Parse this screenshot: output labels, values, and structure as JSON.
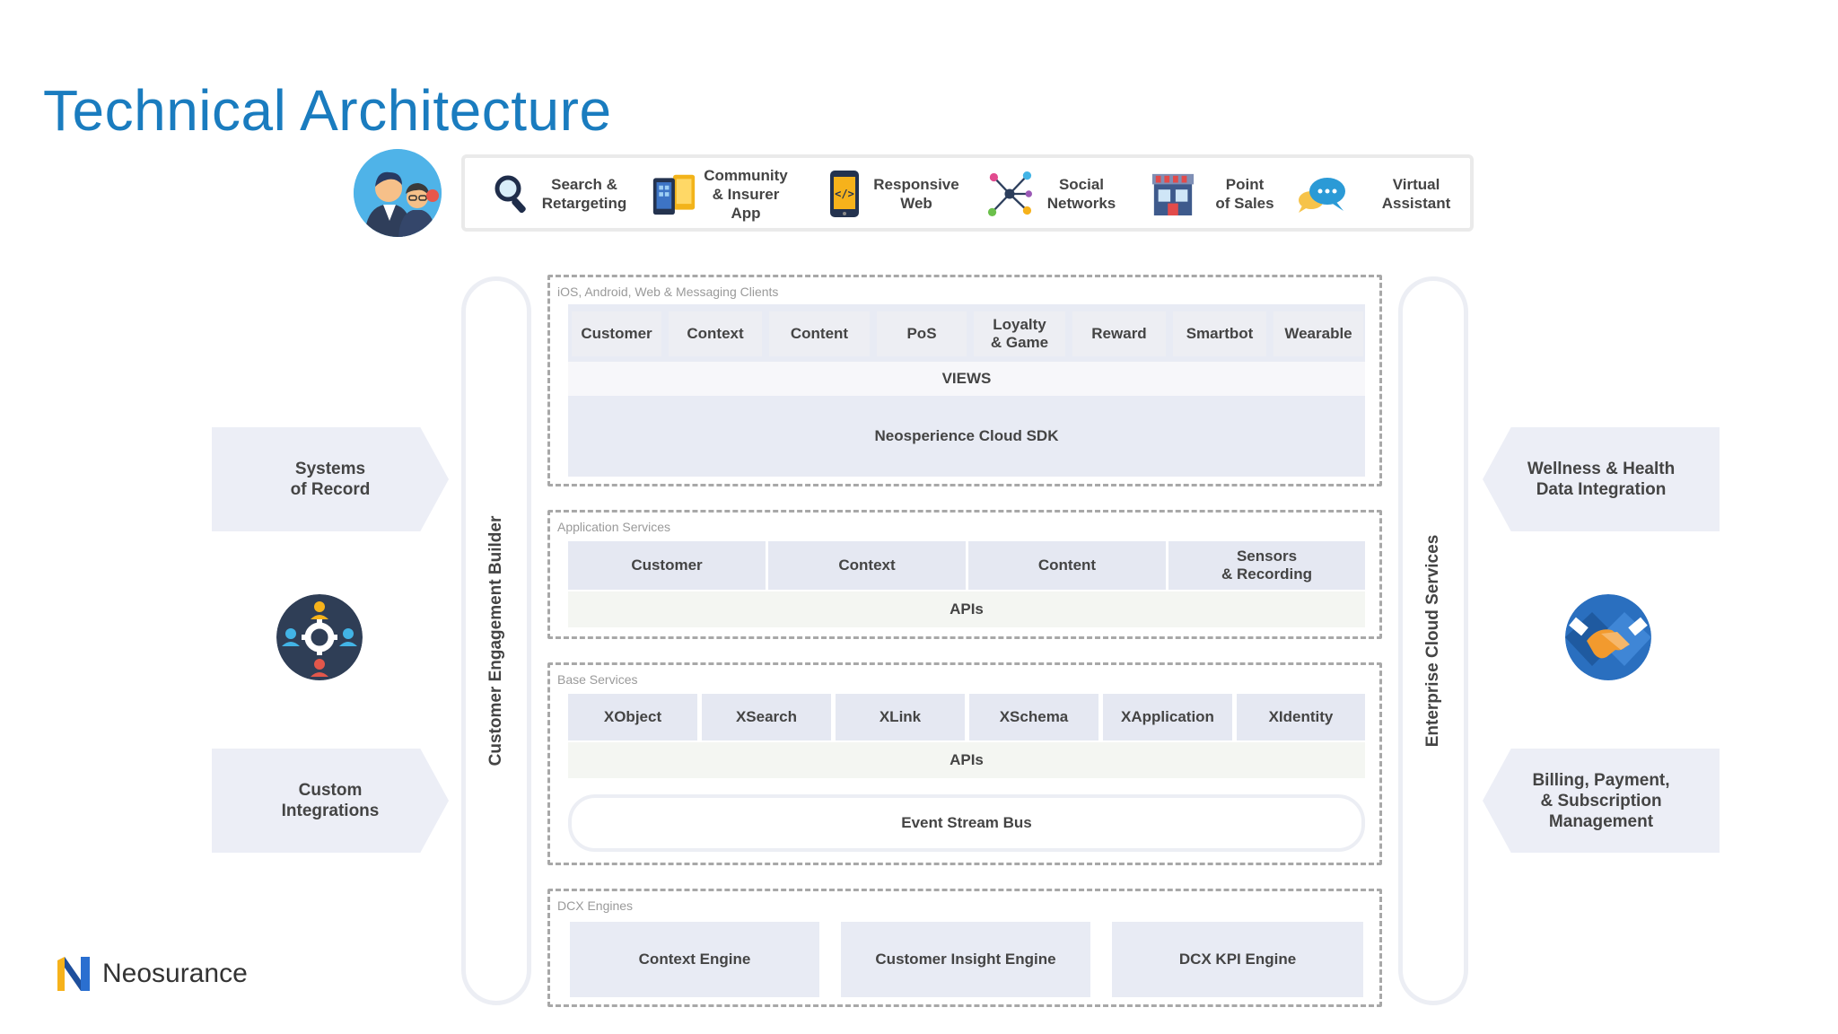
{
  "title": "Technical Architecture",
  "channels": [
    {
      "label": "Search &\nRetargeting",
      "icon": "magnifier-icon"
    },
    {
      "label": "Community\n& Insurer\nApp",
      "icon": "mobile-devices-icon"
    },
    {
      "label": "Responsive\nWeb",
      "icon": "code-phone-icon"
    },
    {
      "label": "Social\nNetworks",
      "icon": "network-icon"
    },
    {
      "label": "Point\nof Sales",
      "icon": "store-icon"
    },
    {
      "label": "Virtual\nAssistant",
      "icon": "chat-bubbles-icon"
    }
  ],
  "left_pillar": "Customer Engagement Builder",
  "right_pillar": "Enterprise Cloud Services",
  "left_side": {
    "top": "Systems\nof Record",
    "bottom": "Custom\nIntegrations",
    "icon": "team-gear-icon"
  },
  "right_side": {
    "top": "Wellness & Health\nData Integration",
    "bottom": "Billing, Payment,\n& Subscription\nManagement",
    "icon": "handshake-icon"
  },
  "clients": {
    "caption": "iOS, Android, Web & Messaging Clients",
    "views": [
      "Customer",
      "Context",
      "Content",
      "PoS",
      "Loyalty\n& Game",
      "Reward",
      "Smartbot",
      "Wearable"
    ],
    "views_label": "VIEWS",
    "sdk_label": "Neosperience Cloud SDK"
  },
  "app_services": {
    "caption": "Application Services",
    "items": [
      "Customer",
      "Context",
      "Content",
      "Sensors\n& Recording"
    ],
    "apis_label": "APIs"
  },
  "base_services": {
    "caption": "Base Services",
    "items": [
      "XObject",
      "XSearch",
      "XLink",
      "XSchema",
      "XApplication",
      "XIdentity"
    ],
    "apis_label": "APIs",
    "bus_label": "Event Stream Bus"
  },
  "dcx_engines": {
    "caption": "DCX Engines",
    "items": [
      "Context Engine",
      "Customer Insight Engine",
      "DCX KPI Engine"
    ]
  },
  "brand": {
    "name": "Neosurance",
    "colors": {
      "title": "#1a7cbf",
      "logo_blue": "#1e4f9c",
      "logo_yellow": "#f6b21b"
    }
  }
}
